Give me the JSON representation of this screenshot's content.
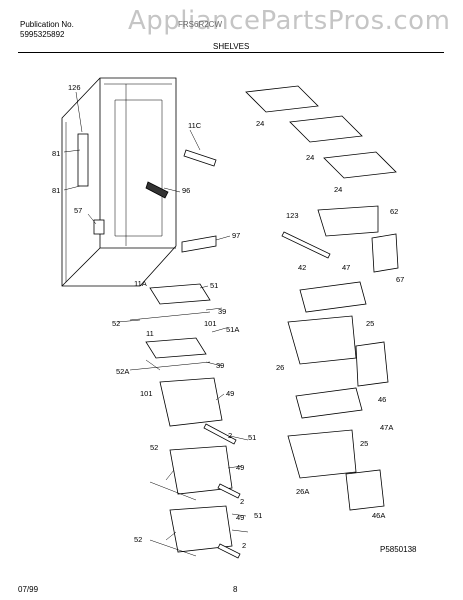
{
  "header": {
    "publication_label": "Publication No.",
    "publication_number": "5995325892",
    "model_code": "FRS6R2CW",
    "section_title": "SHELVES",
    "watermark": "AppliancePartsPros.com"
  },
  "footer": {
    "date": "07/99",
    "page_number": "8",
    "diagram_id": "P5850138"
  },
  "callouts": [
    "126",
    "81",
    "81",
    "57",
    "11C",
    "96",
    "97",
    "24",
    "24",
    "24",
    "123",
    "62",
    "42",
    "47",
    "67",
    "25",
    "11A",
    "51",
    "52",
    "39",
    "11",
    "101",
    "51A",
    "52A",
    "39",
    "101",
    "26",
    "46",
    "49",
    "47A",
    "25",
    "2",
    "51",
    "52",
    "49",
    "26A",
    "2",
    "46A",
    "49",
    "51",
    "52",
    "2"
  ]
}
